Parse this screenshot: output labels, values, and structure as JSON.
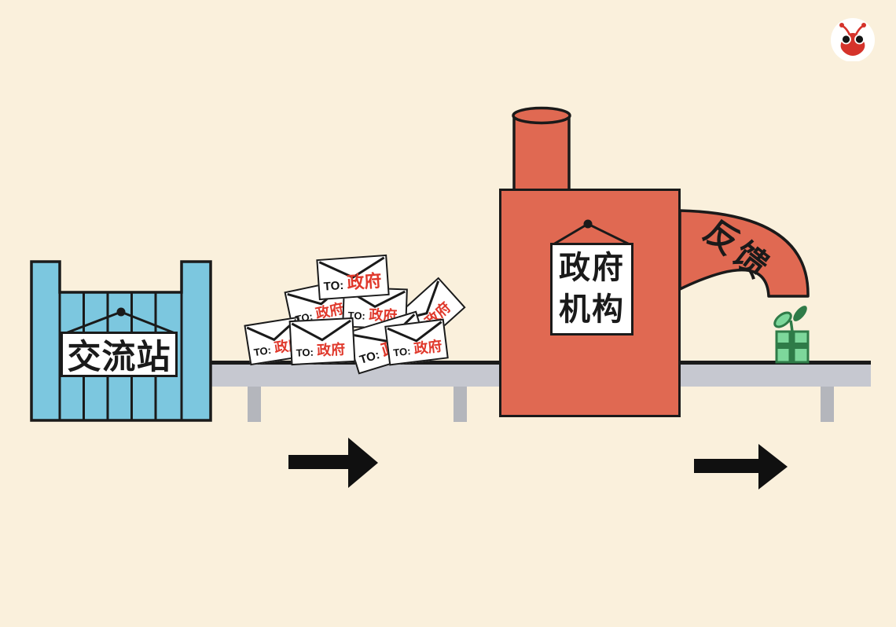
{
  "colors": {
    "background": "#FAF0DC",
    "outline": "#1A1A1A",
    "station_blue": "#7CC7DF",
    "factory_red": "#E06952",
    "belt_gray": "#C6C8D0",
    "belt_leg_gray": "#B4B6BC",
    "envelope_text_red": "#E0382B",
    "gift_green_light": "#7DD79B",
    "gift_green_dark": "#2F7B48",
    "logo_red": "#D5332B",
    "arrow_black": "#101010"
  },
  "station": {
    "sign": "交流站"
  },
  "envelopes": {
    "to_prefix": "TO:",
    "recipient": "政府",
    "count": 8
  },
  "factory": {
    "sign_line1": "政府",
    "sign_line2": "机构"
  },
  "chute": {
    "label": "反馈"
  },
  "icons": {
    "logo": "ant-bug-logo",
    "arrow": "right-arrow",
    "gift": "green-gift-with-sprout"
  }
}
